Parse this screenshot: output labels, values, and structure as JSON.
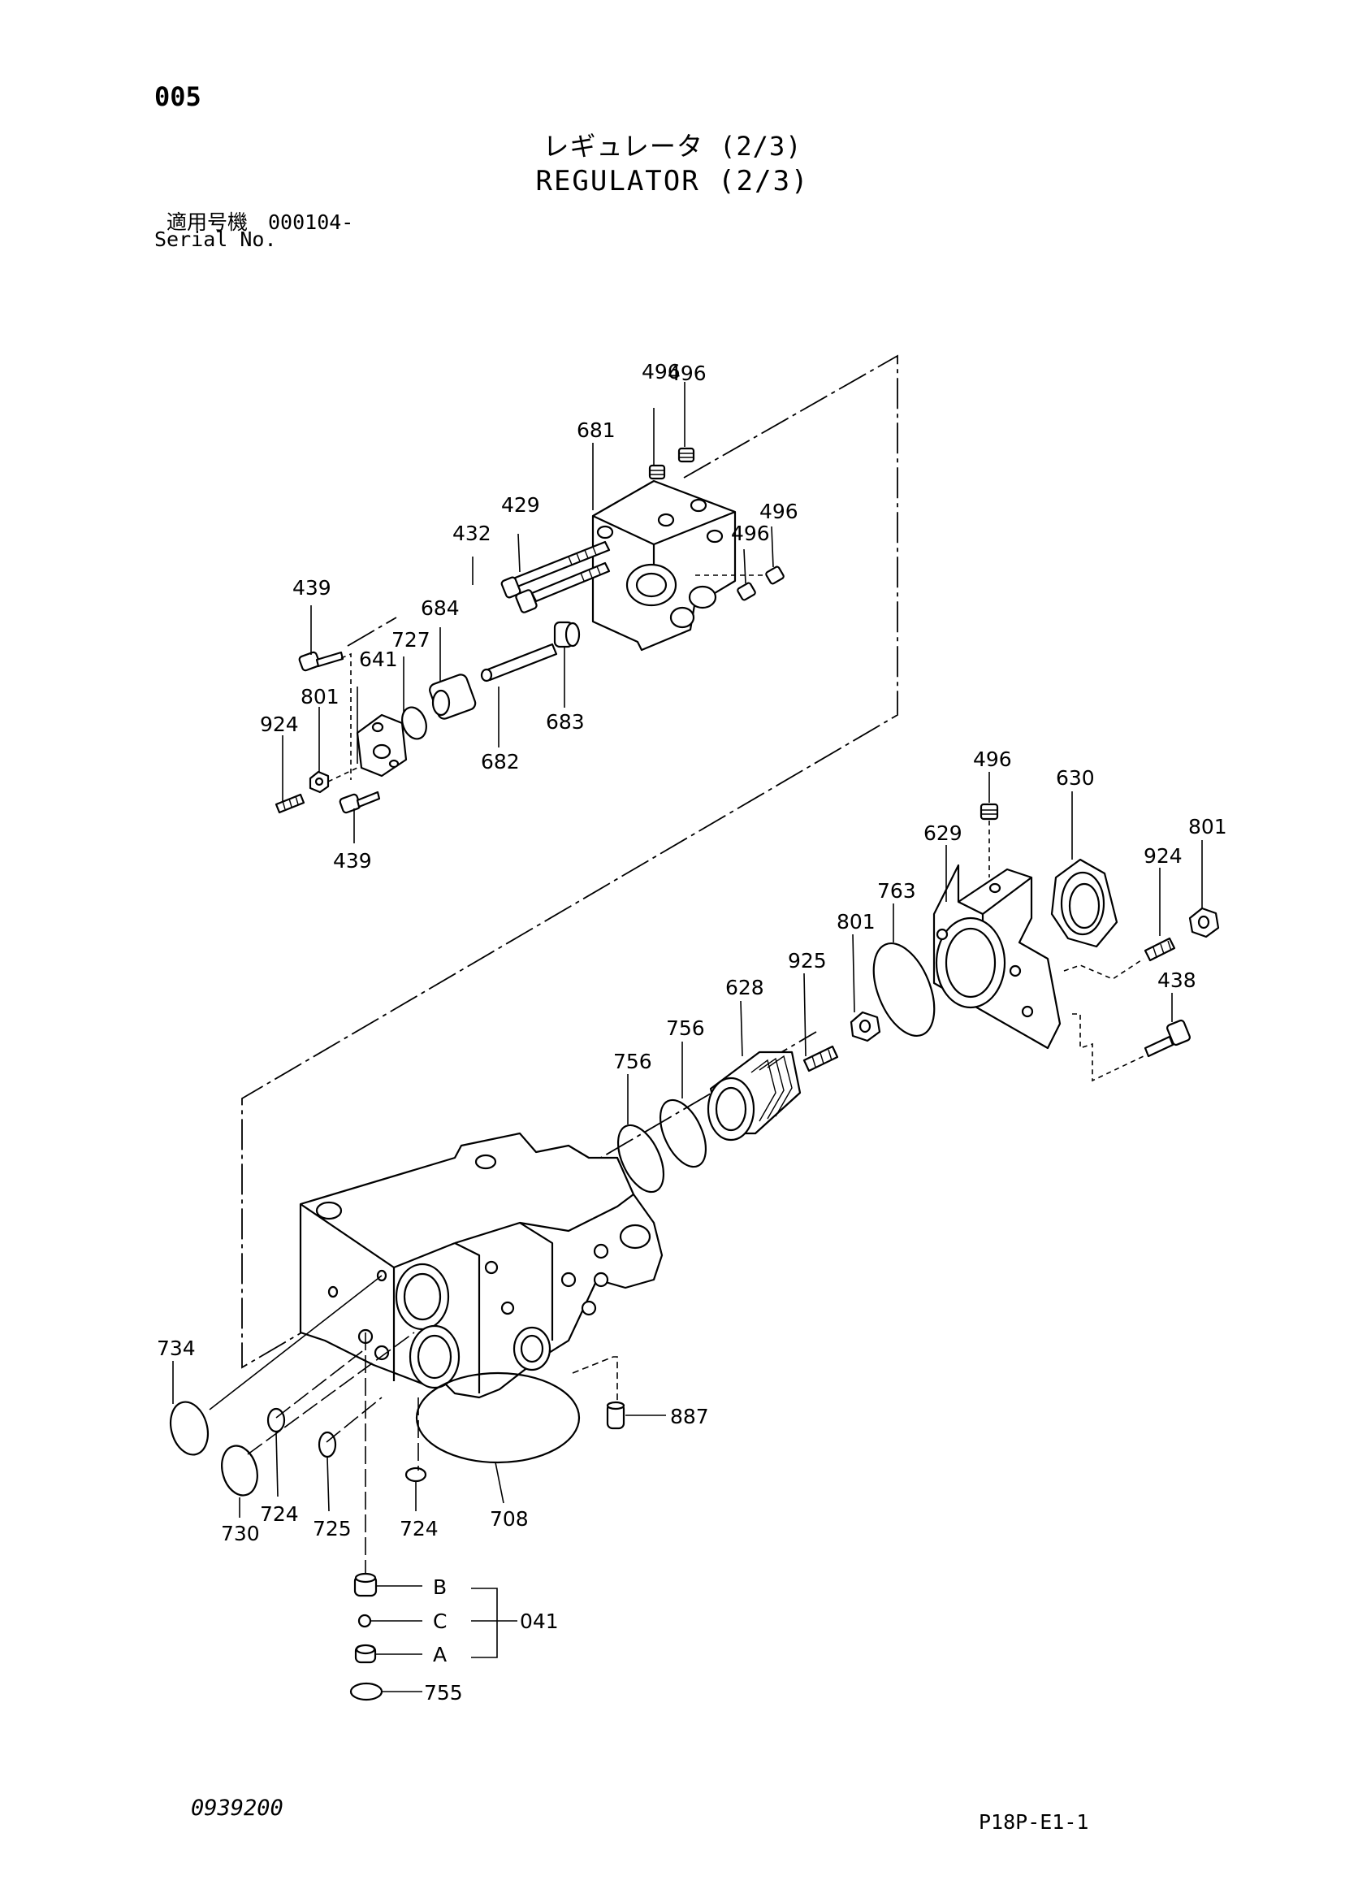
{
  "header": {
    "page_number": "005",
    "title_ja": "レギュレータ (2/3)",
    "title_en": "REGULATOR (2/3)",
    "serial_label_ja": "適用号機　000104-",
    "serial_label_en": "Serial No."
  },
  "footer": {
    "left_code": "0939200",
    "right_code": "P18P-E1-1"
  },
  "callouts": {
    "c496a": "496",
    "c496b": "496",
    "c496c": "496",
    "c496d": "496",
    "c496e": "496",
    "c681": "681",
    "c429": "429",
    "c432": "432",
    "c439a": "439",
    "c439b": "439",
    "c684": "684",
    "c727": "727",
    "c641": "641",
    "c801a": "801",
    "c924a": "924",
    "c683": "683",
    "c682": "682",
    "c630": "630",
    "c629": "629",
    "c801b": "801",
    "c924b": "924",
    "c763": "763",
    "c801c": "801",
    "c925": "925",
    "c628": "628",
    "c756a": "756",
    "c756b": "756",
    "c438": "438",
    "c734": "734",
    "c887": "887",
    "c730": "730",
    "c724a": "724",
    "c725": "725",
    "c724b": "724",
    "c708": "708",
    "kitB": "B",
    "kitC": "C",
    "kitA": "A",
    "c041": "041",
    "c755": "755"
  }
}
